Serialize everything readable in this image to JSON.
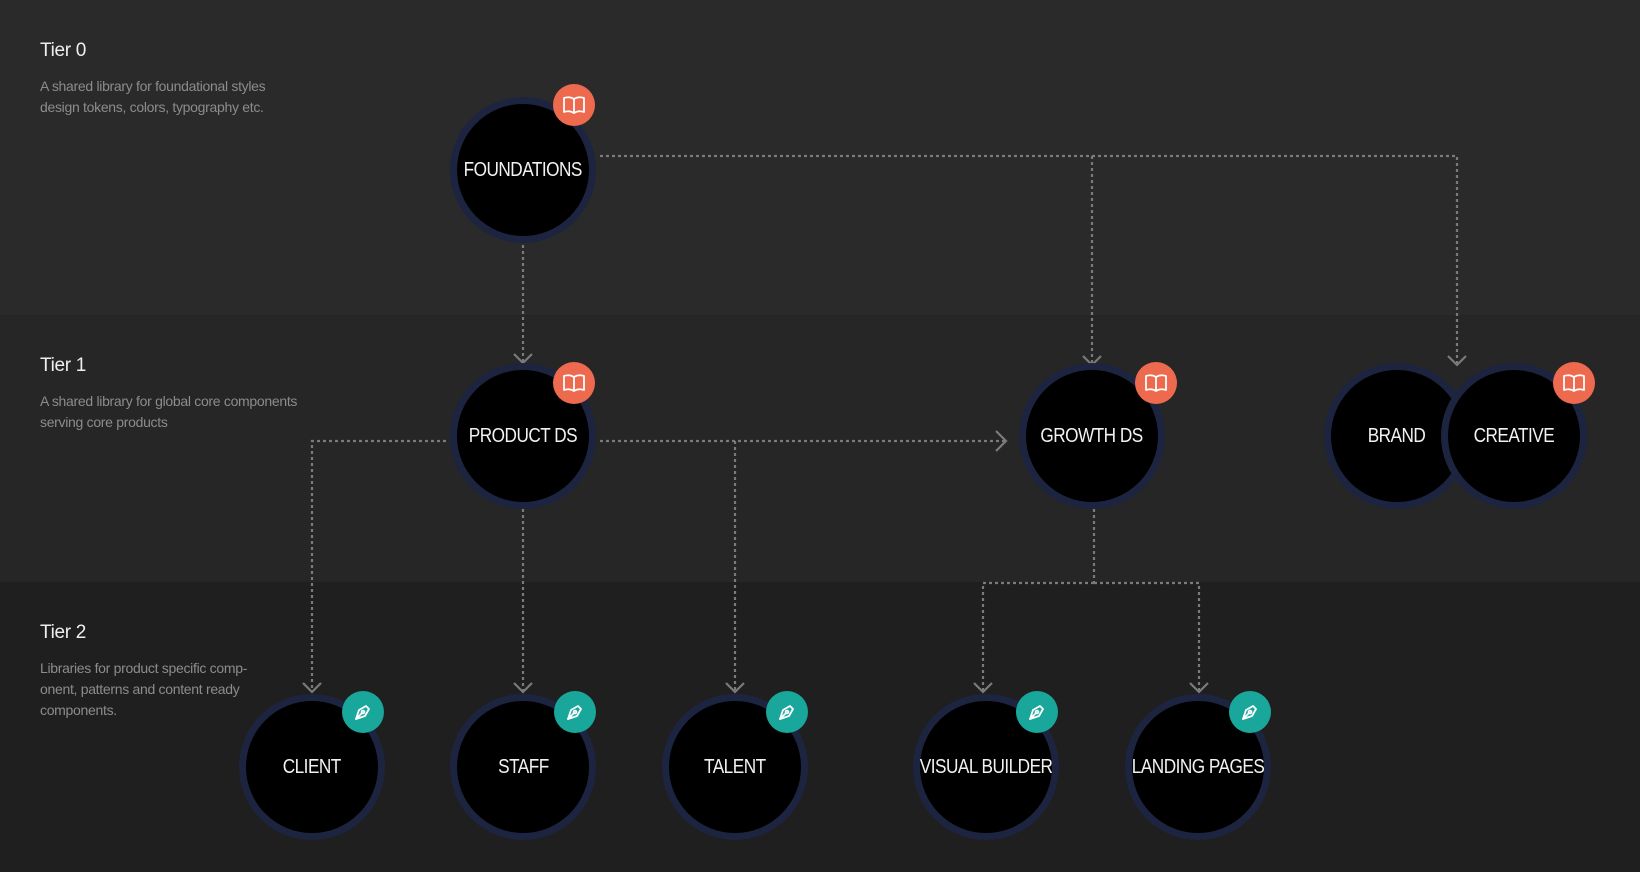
{
  "tiers": [
    {
      "title": "Tier 0",
      "desc_lines": [
        "A shared library for foundational styles",
        "design tokens, colors, typography etc."
      ]
    },
    {
      "title": "Tier 1",
      "desc_lines": [
        "A shared library for global core components",
        "serving core products"
      ]
    },
    {
      "title": "Tier 2",
      "desc_lines": [
        "Libraries for product specific comp-",
        "onent, patterns and content ready",
        "components."
      ]
    }
  ],
  "nodes": {
    "foundations": {
      "label": "FOUNDATIONS",
      "badge": "book-icon"
    },
    "product_ds": {
      "label": "PRODUCT DS",
      "badge": "book-icon"
    },
    "growth_ds": {
      "label": "GROWTH DS",
      "badge": "book-icon"
    },
    "brand": {
      "label": "BRAND"
    },
    "creative": {
      "label": "CREATIVE",
      "badge": "book-icon"
    },
    "client": {
      "label": "CLIENT",
      "badge": "pen-nib-icon"
    },
    "staff": {
      "label": "STAFF",
      "badge": "pen-nib-icon"
    },
    "talent": {
      "label": "TALENT",
      "badge": "pen-nib-icon"
    },
    "visual_builder": {
      "label": "VISUAL BUILDER",
      "badge": "pen-nib-icon"
    },
    "landing_pages": {
      "label": "LANDING PAGES",
      "badge": "pen-nib-icon"
    }
  },
  "colors": {
    "library_badge": "#ee6a4f",
    "pen_badge": "#1aa79b",
    "node_fill": "#000000",
    "node_ring": "#1d2440",
    "connector": "#7a7a7a"
  }
}
